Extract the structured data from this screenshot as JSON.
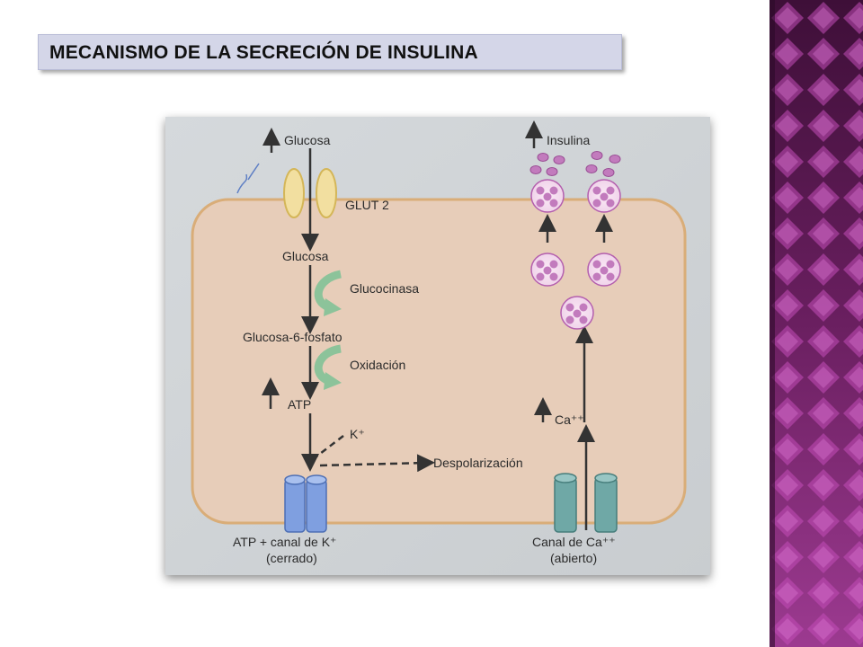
{
  "slide": {
    "title": "MECANISMO DE LA SECRECIÓN DE INSULINA"
  },
  "diagram": {
    "glucosa_top": "Glucosa",
    "glut2": "GLUT 2",
    "glucosa_inner": "Glucosa",
    "glucocinasa": "Glucocinasa",
    "glucosa6p": "Glucosa-6-fosfato",
    "oxidacion": "Oxidación",
    "atp": "ATP",
    "k_ion": "K⁺",
    "despolarizacion": "Despolarización",
    "atp_channel_line1": "ATP + canal de K⁺",
    "atp_channel_line2": "(cerrado)",
    "insulina": "Insulina",
    "ca_ion": "Ca⁺⁺",
    "ca_channel_line1": "Canal de Ca⁺⁺",
    "ca_channel_line2": "(abierto)"
  },
  "colors": {
    "cell_fill": "#e7cdb9",
    "cell_border": "#d9ad78",
    "arrow_green": "#8cc39a",
    "k_channel": "#7f9fe0",
    "ca_channel": "#6fa8a6",
    "granule": "#c27bbd",
    "pattern_dark": "#4a1442",
    "pattern_light": "#c24cb8"
  }
}
